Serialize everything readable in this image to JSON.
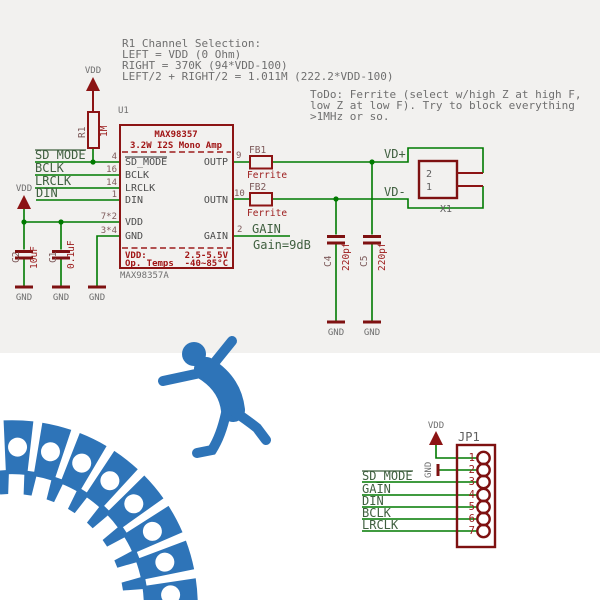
{
  "notes": {
    "line1": "R1 Channel Selection:",
    "line2": "LEFT = VDD (0 Ohm)",
    "line3": "RIGHT = 370K (94*VDD-100)",
    "line4": "LEFT/2 + RIGHT/2 = 1.011M (222.2*VDD-100)",
    "todo1": "ToDo: Ferrite (select w/high Z at high F,",
    "todo2": "low Z at low F). Try to block everything",
    "todo3": ">1MHz or so."
  },
  "power": {
    "vdd": "VDD",
    "gnd": "GND"
  },
  "ic": {
    "designator": "U1",
    "part_label": "MAX98357A",
    "title": "MAX98357",
    "subtitle": "3.2W I2S Mono Amp",
    "pins": {
      "sd_mode": "SD_MODE",
      "bclk": "BCLK",
      "lrclk": "LRCLK",
      "din": "DIN",
      "vdd": "VDD",
      "gnd": "GND",
      "outp": "OUTP",
      "outn": "OUTN",
      "gain": "GAIN"
    },
    "pin_numbers": {
      "sd_mode": "4",
      "bclk": "16",
      "lrclk": "14",
      "din": "1",
      "vdd": "7*2",
      "gnd": "3*4",
      "outp": "9",
      "outn": "10",
      "gain": "2"
    },
    "specs": {
      "vdd_label": "VDD:",
      "vdd_value": "2.5-5.5V",
      "temp_label": "Op. Temps",
      "temp_value": "-40~85°C"
    }
  },
  "nets": {
    "sd_mode": "SD_MODE",
    "bclk": "BCLK",
    "lrclk": "LRCLK",
    "din": "DIN",
    "vdp": "VD+",
    "vdm": "VD-",
    "gain": "GAIN",
    "gain_note": "Gain=9dB"
  },
  "resistor": {
    "name": "R1",
    "value": "1M"
  },
  "capacitors": {
    "c2": {
      "name": "C2",
      "value": "10uF"
    },
    "c1": {
      "name": "C1",
      "value": "0.1uF"
    },
    "c4": {
      "name": "C4",
      "value": "220pf"
    },
    "c5": {
      "name": "C5",
      "value": "220pf"
    }
  },
  "ferrites": {
    "fb1": {
      "name": "FB1",
      "value": "Ferrite"
    },
    "fb2": {
      "name": "FB2",
      "value": "Ferrite"
    }
  },
  "connector_x1": {
    "name": "X1",
    "pin2": "2",
    "pin1": "1"
  },
  "jp1": {
    "name": "JP1",
    "pins": [
      "1",
      "2",
      "3",
      "4",
      "5",
      "6",
      "7"
    ]
  },
  "colors": {
    "schematic_red": "#9c1c1c",
    "wire_green": "#007a00",
    "net_label_green": "#3f5f3f",
    "annotation_gray": "#6f6f6f",
    "logo_blue": "#2e74b8",
    "background": "#f2f1ef"
  }
}
